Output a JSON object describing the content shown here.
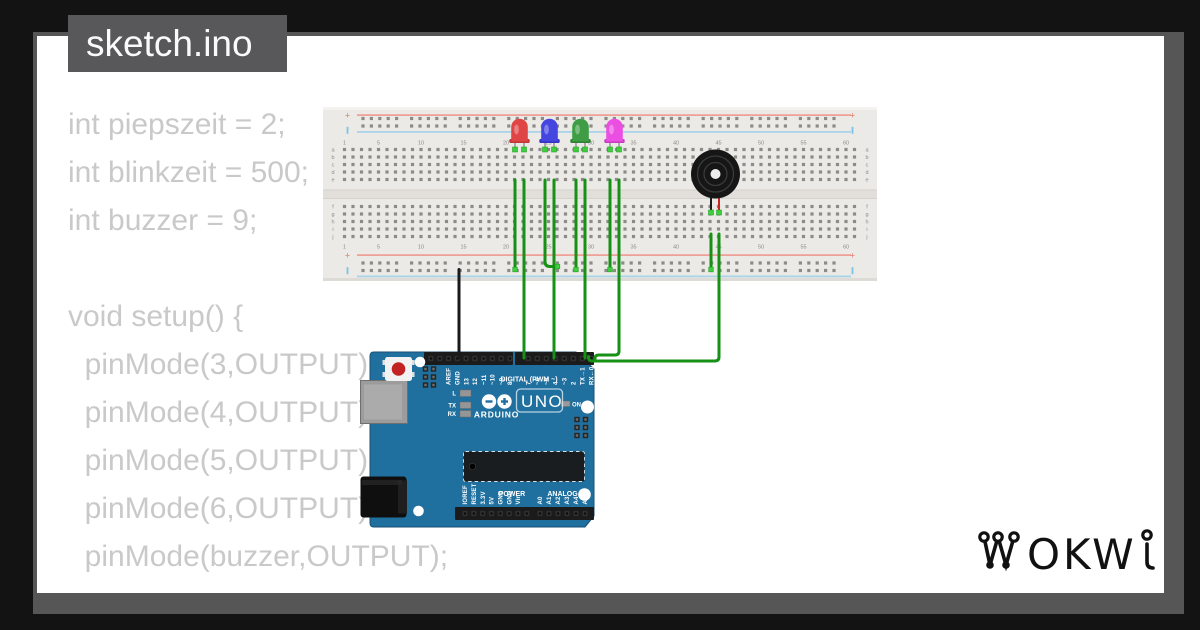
{
  "tab": {
    "filename": "sketch.ino"
  },
  "code_lines": [
    "int piepszeit = 2;",
    "int blinkzeit = 500;",
    "int buzzer = 9;",
    "",
    "void setup() {",
    "  pinMode(3,OUTPUT);",
    "  pinMode(4,OUTPUT);",
    "  pinMode(5,OUTPUT);",
    "  pinMode(6,OUTPUT);",
    "  pinMode(buzzer,OUTPUT);"
  ],
  "breadboard": {
    "column_numbers": [
      1,
      5,
      10,
      15,
      20,
      25,
      30,
      35,
      40,
      45,
      50,
      55,
      60
    ],
    "row_letters_upper": [
      "a",
      "b",
      "c",
      "d",
      "e"
    ],
    "row_letters_lower": [
      "f",
      "g",
      "h",
      "i",
      "j"
    ],
    "positive_marker": "+"
  },
  "arduino": {
    "top_pin_labels": [
      "AREF",
      "GND",
      "13",
      "12",
      "~11",
      "~10",
      "~9",
      "8"
    ],
    "digital_right_labels": [
      "7",
      "~6",
      "~5",
      "4",
      "~3",
      "2",
      "TX→1",
      "RX←0"
    ],
    "digital_section_label": "DIGITAL (PWM ~)",
    "status_led_labels": [
      "L",
      "TX",
      "RX"
    ],
    "brand": "ARDUINO",
    "model": "UNO",
    "on_label": "ON",
    "power_section_label": "POWER",
    "analog_section_label": "ANALOG IN",
    "power_pin_labels": [
      "IOREF",
      "RESET",
      "3.3V",
      "5V",
      "GND",
      "GND",
      "Vin"
    ],
    "analog_pin_labels": [
      "A0",
      "A1",
      "A2",
      "A3",
      "A4",
      "A5"
    ]
  },
  "components": {
    "leds": [
      {
        "name": "led-red",
        "body": "#e04545",
        "flange": "#c23636"
      },
      {
        "name": "led-blue",
        "body": "#4545e0",
        "flange": "#3434c2"
      },
      {
        "name": "led-green",
        "body": "#3f9e45",
        "flange": "#2f8035"
      },
      {
        "name": "led-magenta",
        "body": "#ea4fe2",
        "flange": "#c93cc2"
      }
    ],
    "buzzer": {
      "name": "piezo-buzzer"
    },
    "wire_colors": {
      "signal": "#169116",
      "ground_black": "#1a1a1a",
      "lead_red": "#cc2222"
    },
    "pad_color": "#3ecf3e"
  },
  "logo": {
    "text": "WOKWI",
    "middle_letters": "OKW"
  },
  "colors": {
    "background": "#131313",
    "frame": "#565656",
    "card": "#ffffff",
    "tab_bg": "#58585a",
    "code_text": "#c9c9c9",
    "arduino_blue": "#20709f",
    "breadboard": "#eceae6"
  }
}
